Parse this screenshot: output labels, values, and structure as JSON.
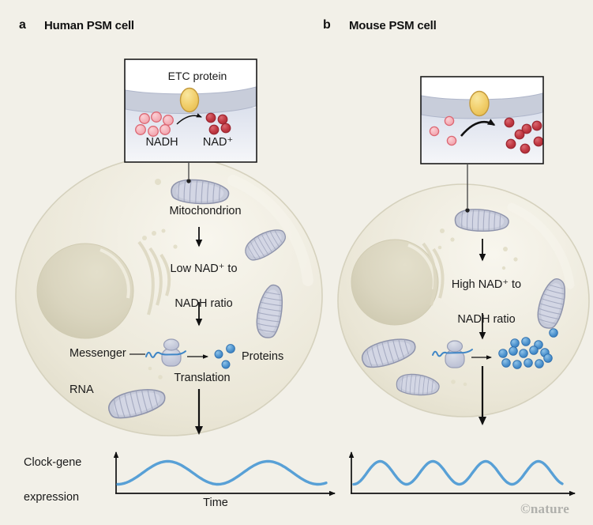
{
  "panel_a": {
    "letter": "a",
    "title": "Human PSM cell"
  },
  "panel_b": {
    "letter": "b",
    "title": "Mouse PSM cell"
  },
  "etc_box": {
    "title": "ETC protein",
    "nadh_label": "NADH",
    "nad_label": "NAD⁺"
  },
  "cell_a": {
    "mitochondrion_label": "Mitochondrion",
    "ratio_line1": "Low NAD⁺ to",
    "ratio_line2": "NADH ratio",
    "mrna_line1": "Messenger",
    "mrna_line2": "RNA",
    "proteins_label": "Proteins",
    "translation_label": "Translation"
  },
  "cell_b": {
    "ratio_line1": "High NAD⁺ to",
    "ratio_line2": "NADH ratio"
  },
  "graph": {
    "ylabel_line1": "Clock-gene",
    "ylabel_line2": "expression",
    "xlabel": "Time"
  },
  "watermark": "©nature",
  "graphs": {
    "a": {
      "cycles": 2.08,
      "peaks": 2,
      "description": "slow clock-gene oscillation"
    },
    "b": {
      "cycles": 3.95,
      "peaks": 4,
      "description": "fast clock-gene oscillation"
    }
  },
  "molecules": {
    "box_a": {
      "nadh_count": 6,
      "nad_count": 4
    },
    "box_b": {
      "nadh_count": 3,
      "nad_count": 7
    },
    "proteins_a": 3,
    "proteins_b": 14
  },
  "icons": {
    "mitochondrion": "bean-shape-organelle",
    "ribosome": "two-lobe-shape",
    "etc_protein": "yellow-oval-in-membrane",
    "nadh": "pink-dots",
    "nad": "red-dots",
    "protein": "blue-dots"
  },
  "colors": {
    "background": "#f2f0e8",
    "wave_blue": "#58a0d6",
    "membrane": "#c8cdda",
    "nadh_pink": "#f2a9b1",
    "nad_red": "#c23a44",
    "protein_blue": "#4a90cc",
    "mitochondrion": "#c6cad9",
    "etc_yellow": "#f2d06e",
    "cell_fill": "#edeadc",
    "nucleus": "#d8d3bd"
  }
}
